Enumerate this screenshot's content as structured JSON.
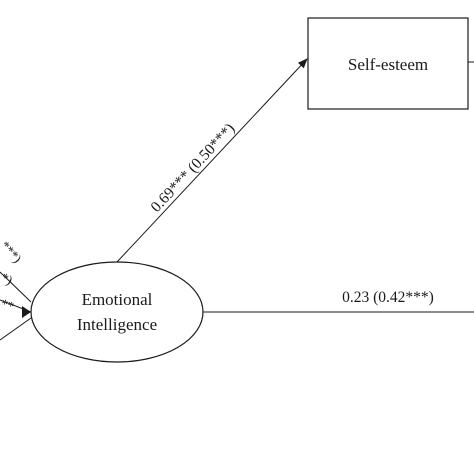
{
  "nodes": {
    "self_esteem": {
      "label": "Self-esteem"
    },
    "emotional_intelligence": {
      "label_line1": "Emotional",
      "label_line2": "Intelligence"
    }
  },
  "paths": {
    "ei_to_self_esteem": {
      "label": "0.69*** (0.50***)"
    },
    "ei_to_right": {
      "label": "0.23 (0.42***)"
    }
  },
  "left_fragments": [
    "***)",
    "*)",
    "**"
  ]
}
